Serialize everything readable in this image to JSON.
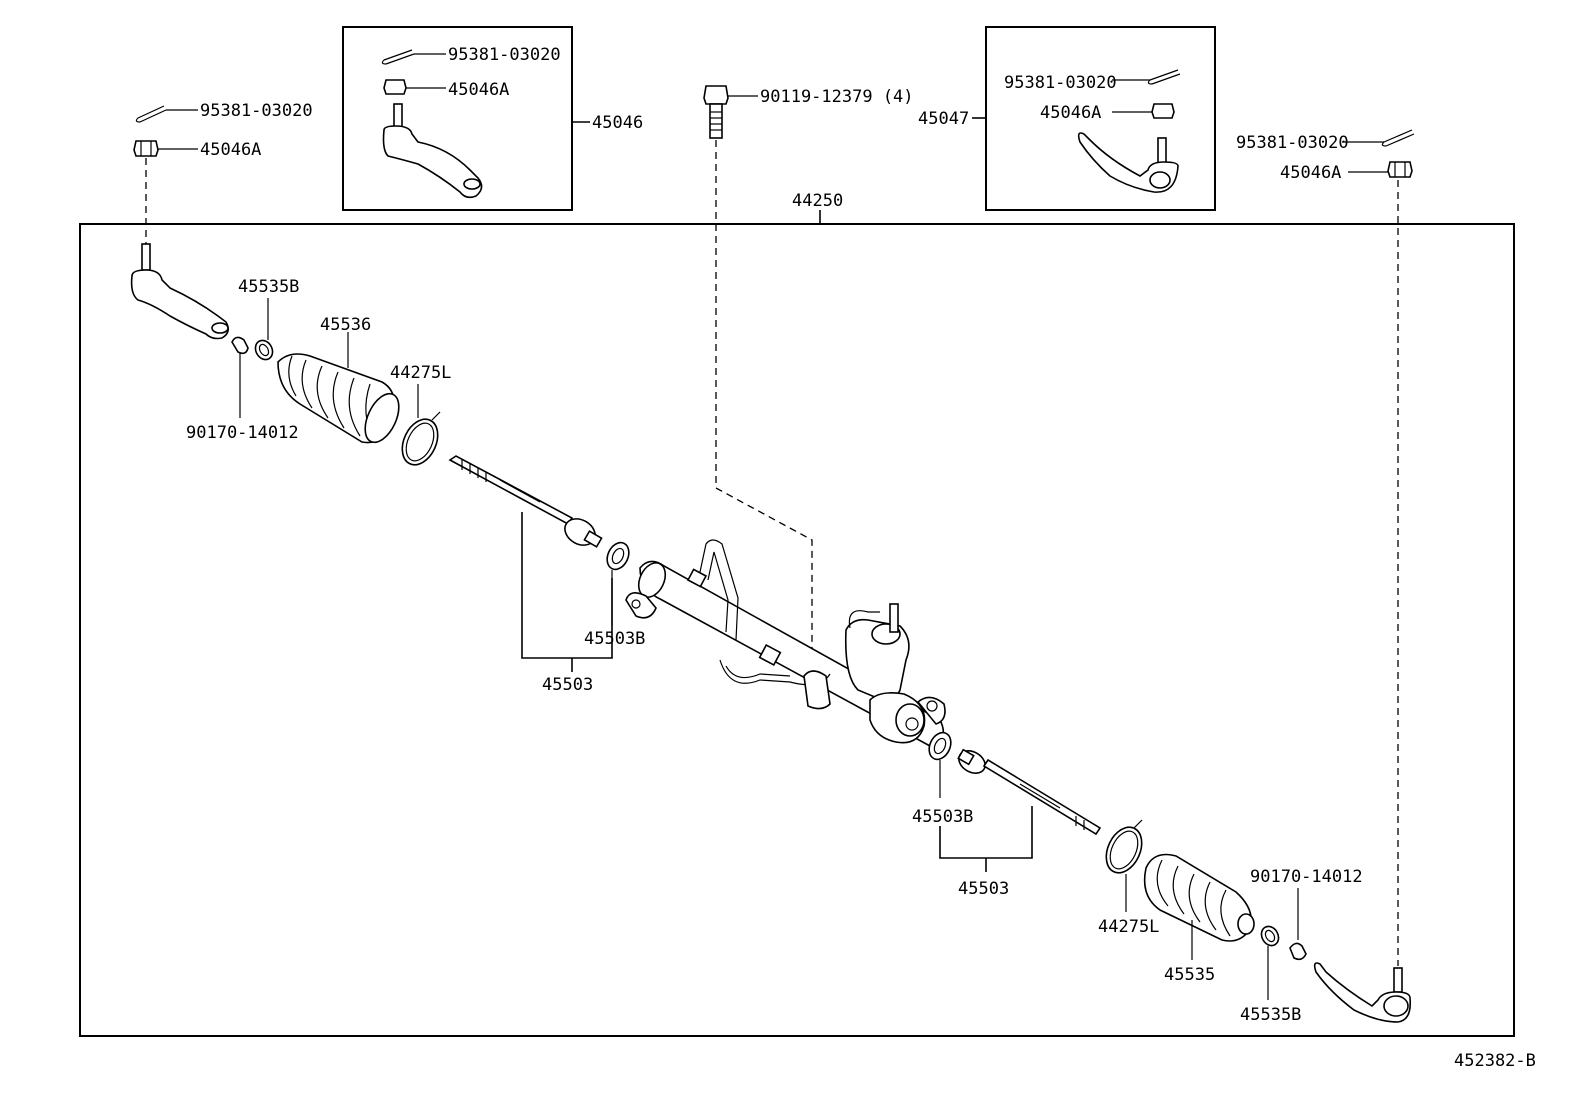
{
  "diagram_id": "452382-B",
  "labels": {
    "cotter_pin_left": "95381-03020",
    "nut_left": "45046A",
    "box_left_cotter": "95381-03020",
    "box_left_nut": "45046A",
    "box_left_assy": "45046",
    "bolt": "90119-12379 (4)",
    "box_right_assy": "45047",
    "box_right_cotter": "95381-03020",
    "box_right_nut": "45046A",
    "cotter_pin_right": "95381-03020",
    "nut_right": "45046A",
    "gear_assy": "44250",
    "clamp_left": "45535B",
    "boot_left": "45536",
    "ring_left": "44275L",
    "lock_nut_left": "90170-14012",
    "washer_left": "45503B",
    "tie_rod_left": "45503",
    "washer_right": "45503B",
    "tie_rod_right": "45503",
    "ring_right": "44275L",
    "lock_nut_right": "90170-14012",
    "boot_right": "45535",
    "clamp_right": "45535B"
  }
}
